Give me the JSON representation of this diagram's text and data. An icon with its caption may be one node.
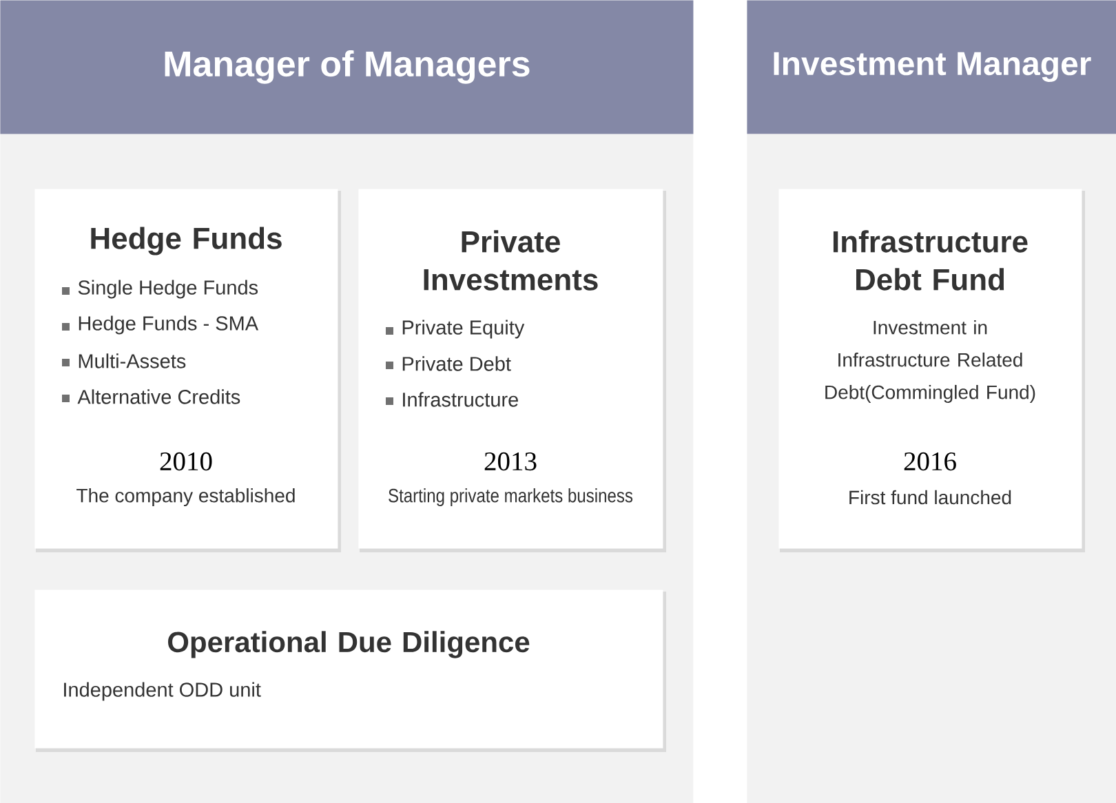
{
  "diagram": {
    "nodes": [
      {
        "text": [
          "Manager of Managers"
        ]
      },
      {
        "text": [
          "Hedge Funds",
          "Single Hedge Funds",
          "Hedge Funds - SMA",
          "Multi-Assets",
          "Alternative Credits",
          "2010",
          "The company established"
        ],
        "in": 0
      },
      {
        "text": [
          "Private Investments",
          "Private Equity",
          "Private Debt",
          "Infrastructure",
          "2013",
          "Starting private markets business"
        ],
        "in": 0
      },
      {
        "text": [
          "Operational Due Diligence",
          "Independent ODD unit"
        ],
        "in": 0
      },
      {
        "text": [
          "Investment Manager"
        ]
      },
      {
        "text": [
          "Infrastructure Debt Fund",
          "Investment in Infrastructure Related Debt(Commingled Fund)",
          "2016",
          "First fund launched"
        ],
        "in": 4
      }
    ]
  }
}
